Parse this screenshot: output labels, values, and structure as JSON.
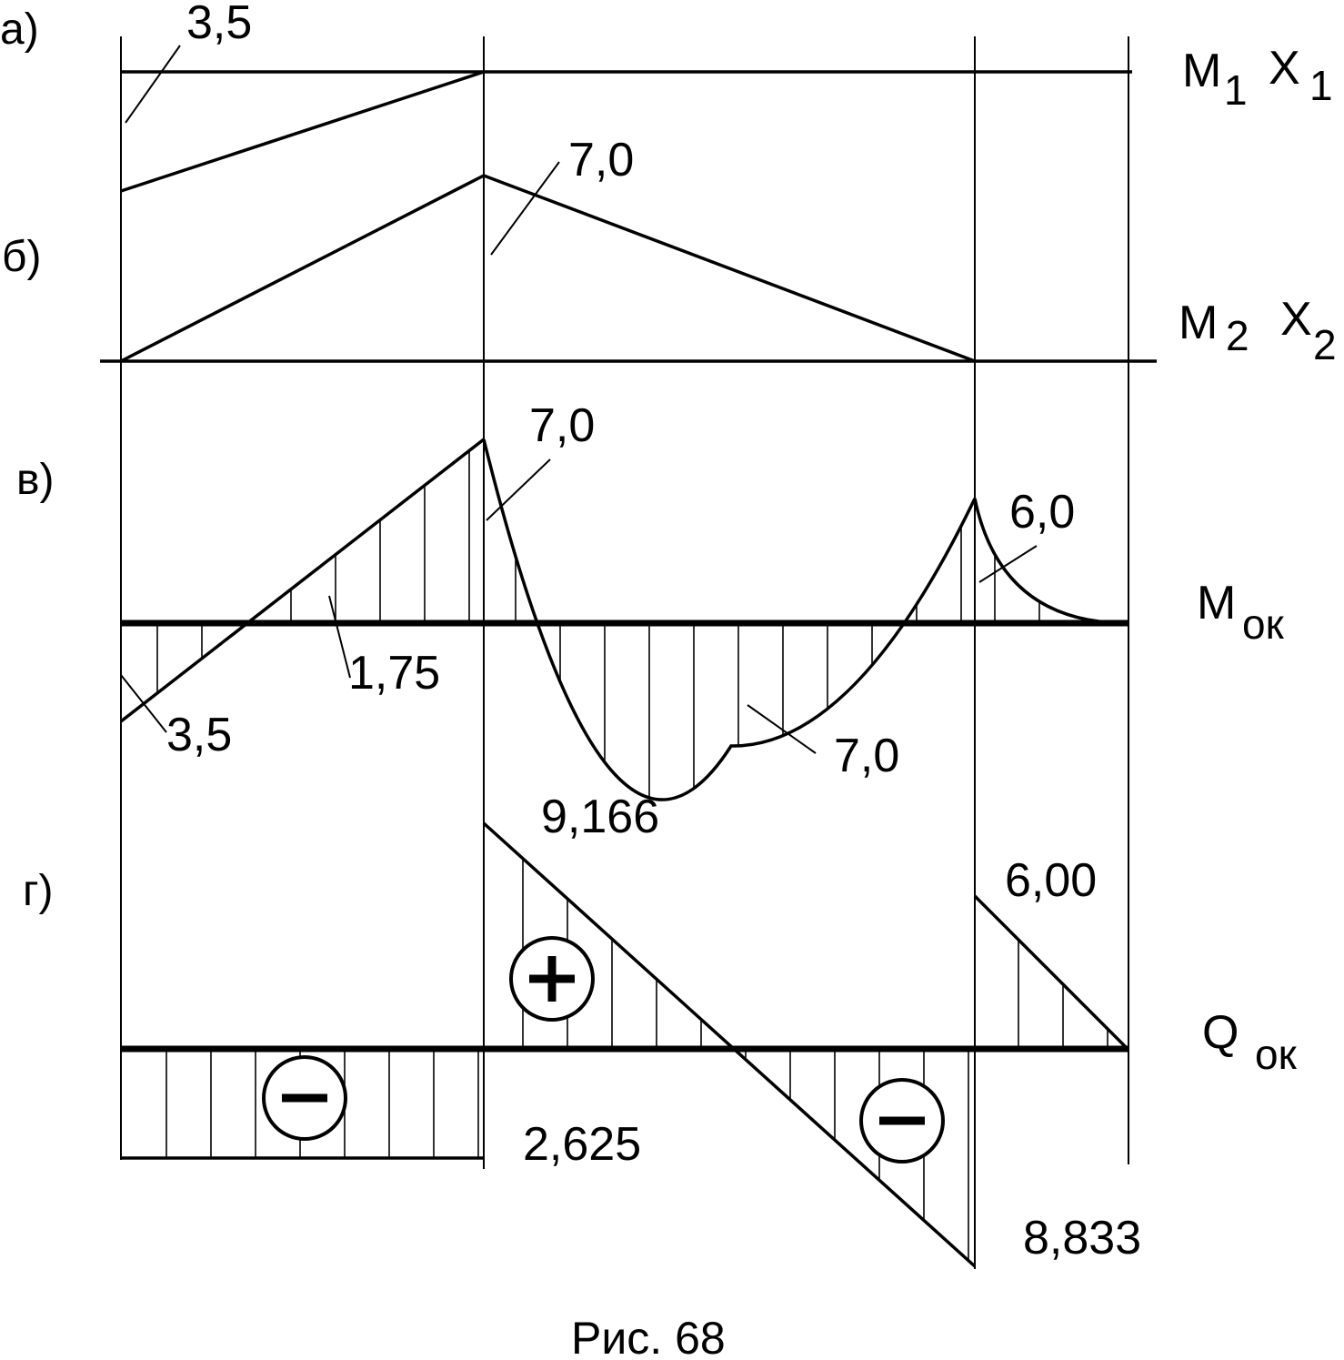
{
  "rows": {
    "a": "а)",
    "b": "б)",
    "v": "в)",
    "g": "г)"
  },
  "diagram_names": {
    "m1": {
      "main": "M",
      "sub1": "1",
      "x": "X",
      "sub2": "1"
    },
    "m2": {
      "main": "M",
      "sub1": "2",
      "x": "X",
      "sub2": "2"
    },
    "mok": {
      "main": "M",
      "sub": "ок"
    },
    "qok": {
      "main": "Q",
      "sub": "ок"
    }
  },
  "values": {
    "a_left": "3,5",
    "b_peak": "7,0",
    "v_support1": "7,0",
    "v_support2": "6,0",
    "v_mid1": "1,75",
    "v_left": "3,5",
    "v_min": "7,0",
    "g_span2_start": "9,166",
    "g_span3_start": "6,00",
    "g_span1": "2,625",
    "g_span2_end": "8,833"
  },
  "signs": {
    "plus": "+",
    "minus": "−"
  },
  "caption": "Рис. 68"
}
